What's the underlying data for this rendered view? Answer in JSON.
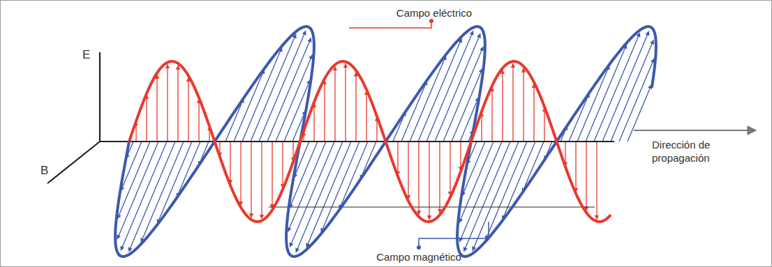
{
  "diagram": {
    "labels": [
      "E",
      "B",
      "Campo eléctrico",
      "Dirección de propagación",
      "Campo magnético"
    ]
  }
}
